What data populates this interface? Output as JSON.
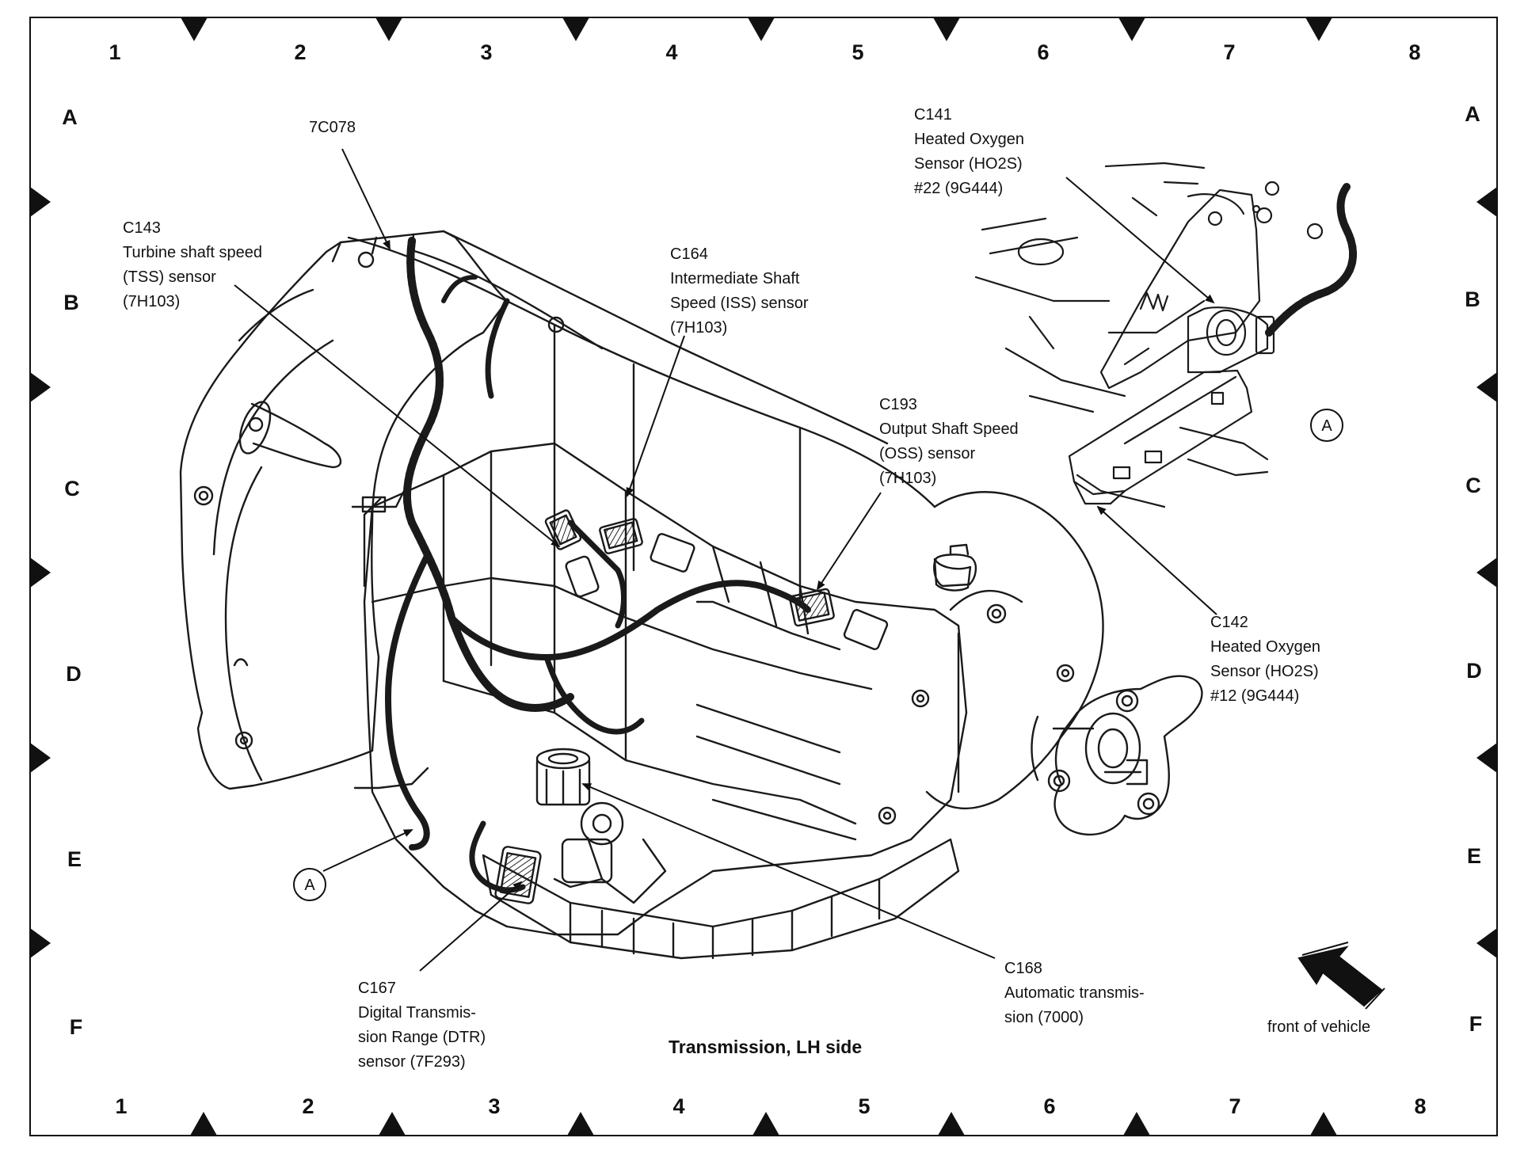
{
  "grid": {
    "columns": [
      "1",
      "2",
      "3",
      "4",
      "5",
      "6",
      "7",
      "8"
    ],
    "rows": [
      "A",
      "B",
      "C",
      "D",
      "E",
      "F"
    ]
  },
  "caption": "Transmission, LH side",
  "front_of_vehicle": "front of vehicle",
  "inset_marker": "A",
  "callouts": {
    "part_7c078": {
      "lines": [
        "7C078"
      ]
    },
    "c143": {
      "lines": [
        "C143",
        "Turbine shaft speed",
        "(TSS) sensor",
        "(7H103)"
      ]
    },
    "c164": {
      "lines": [
        "C164",
        "Intermediate Shaft",
        "Speed (ISS) sensor",
        "(7H103)"
      ]
    },
    "c193": {
      "lines": [
        "C193",
        "Output Shaft Speed",
        "(OSS) sensor",
        "(7H103)"
      ]
    },
    "c141": {
      "lines": [
        "C141",
        "Heated Oxygen",
        "Sensor (HO2S)",
        "#22 (9G444)"
      ]
    },
    "c142": {
      "lines": [
        "C142",
        "Heated Oxygen",
        "Sensor (HO2S)",
        "#12 (9G444)"
      ]
    },
    "c167": {
      "lines": [
        "C167",
        "Digital Transmis-",
        "sion Range (DTR)",
        "sensor (7F293)"
      ]
    },
    "c168": {
      "lines": [
        "C168",
        "Automatic transmis-",
        "sion (7000)"
      ]
    }
  },
  "colors": {
    "ink": "#1a1a1a",
    "paper": "#ffffff"
  }
}
